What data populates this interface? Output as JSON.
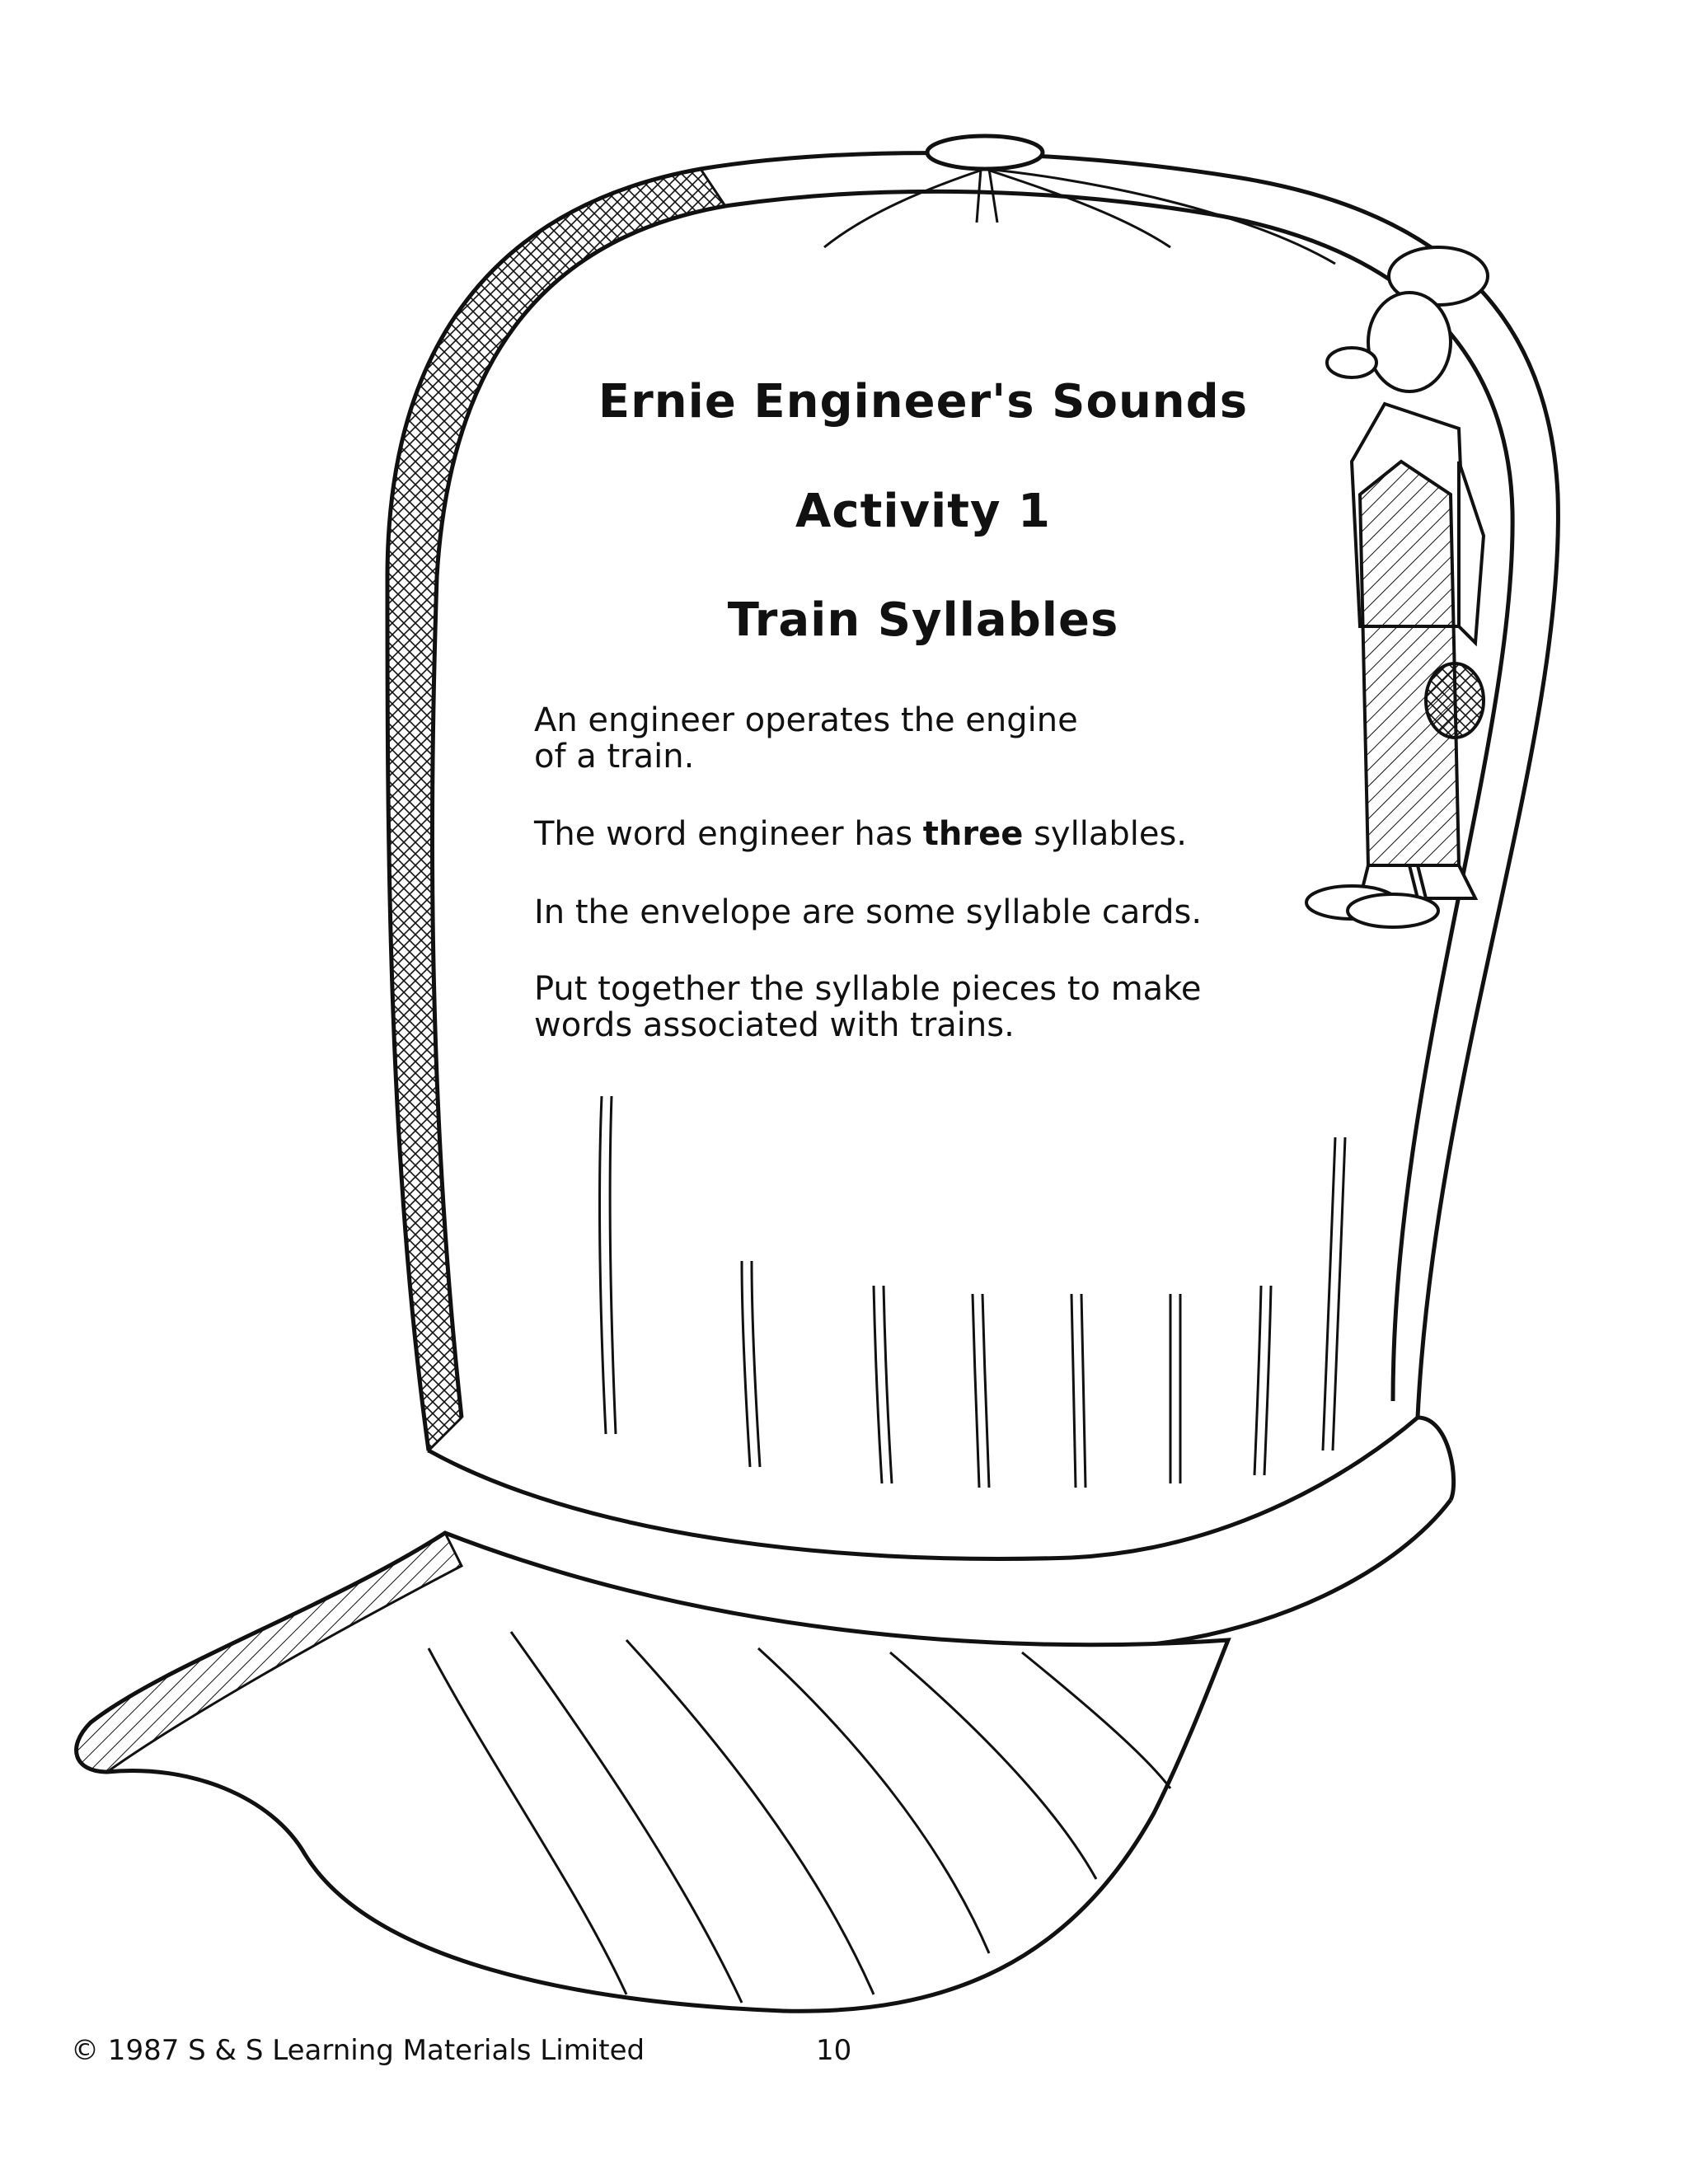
{
  "worksheet": {
    "title": "Ernie Engineer's Sounds",
    "activity": "Activity 1",
    "subtitle": "Train Syllables",
    "paragraphs": {
      "p1_line1": "An engineer operates the engine",
      "p1_line2": "of a train.",
      "p2_before": "The word engineer has ",
      "p2_bold": "three",
      "p2_after": " syllables.",
      "p3": "In the envelope are some syllable cards.",
      "p4_line1": "Put together the syllable pieces to make",
      "p4_line2": "words associated with trains."
    }
  },
  "footer": {
    "copyright": "© 1987 S & S Learning Materials Limited",
    "page_number": "10"
  },
  "illustrations": {
    "cap": "engineer-cap-icon",
    "character": "engineer-character-icon"
  },
  "colors": {
    "ink": "#111111",
    "paper": "#ffffff"
  }
}
